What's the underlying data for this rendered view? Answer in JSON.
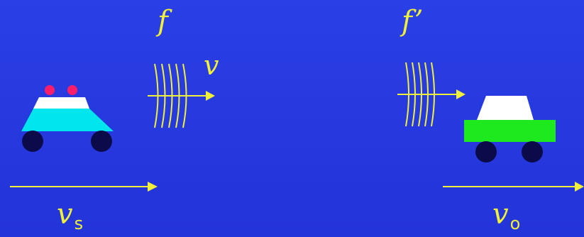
{
  "labels": {
    "source_freq": "f",
    "observer_freq": "f’",
    "wave_speed": "v",
    "source_speed_main": "v",
    "source_speed_sub": "s",
    "observer_speed_main": "v",
    "observer_speed_sub": "o"
  },
  "colors": {
    "background": "#2334d8",
    "text_and_arrows": "#f0ef3a",
    "police_body": "#00e5ee",
    "police_roof": "#ffffff",
    "police_lights": "#ff1c6a",
    "car_body": "#1ee81e",
    "car_roof": "#ffffff",
    "wheels": "#0b0b4a"
  },
  "icons": {
    "source": "police-car-icon",
    "observer": "car-icon",
    "waves": "sound-wave-icon"
  }
}
